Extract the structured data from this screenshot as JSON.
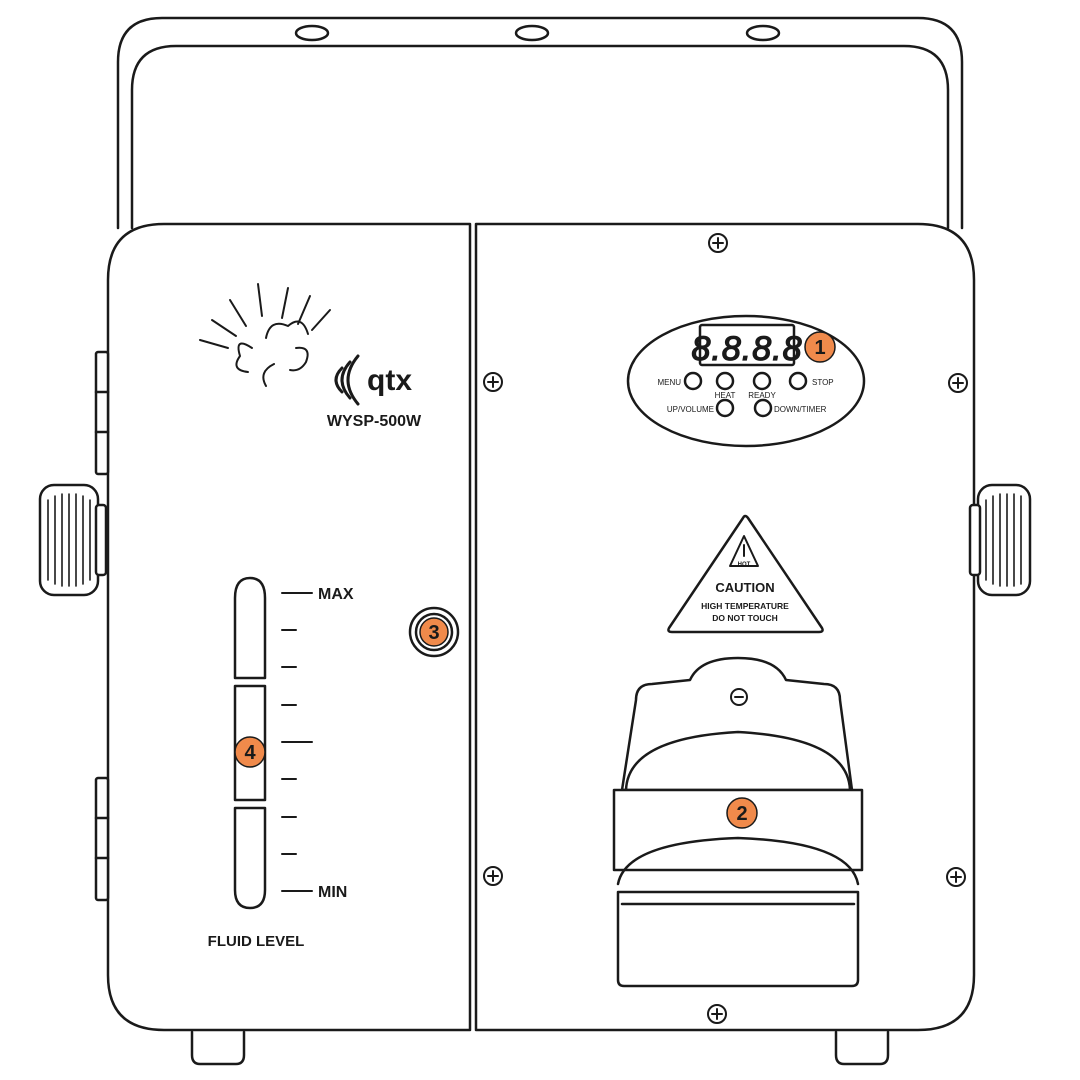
{
  "product": {
    "brand": "qtx",
    "model": "WYSP-500W"
  },
  "display": {
    "digits": "8.8.8.8"
  },
  "control_buttons": {
    "menu": "MENU",
    "heat": "HEAT",
    "ready": "READY",
    "stop": "STOP",
    "up_volume": "UP/VOLUME",
    "down_timer": "DOWN/TIMER"
  },
  "caution": {
    "icon_text": "HOT",
    "title": "CAUTION",
    "line1": "HIGH TEMPERATURE",
    "line2": "DO NOT TOUCH"
  },
  "fluid_gauge": {
    "max_label": "MAX",
    "min_label": "MIN",
    "caption": "FLUID LEVEL"
  },
  "callouts": [
    "1",
    "2",
    "3",
    "4"
  ],
  "colors": {
    "callout_fill": "#f08a4b",
    "line": "#1a1a1a"
  },
  "icons": [
    "plus-screw-icon",
    "minus-screw-icon",
    "hot-warning-icon",
    "smoke-logo-icon",
    "qtx-wave-icon",
    "adjustment-knob-icon"
  ]
}
